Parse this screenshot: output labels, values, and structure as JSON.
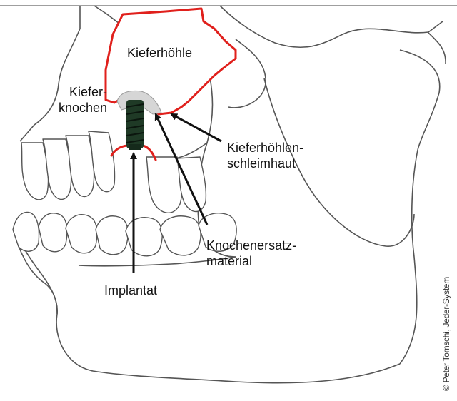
{
  "labels": {
    "kieferhoehle": "Kieferhöhle",
    "kieferknochen_line1": "Kiefer-",
    "kieferknochen_line2": "knochen",
    "schleimhaut_line1": "Kieferhöhlen-",
    "schleimhaut_line2": "schleimhaut",
    "ersatz_line1": "Knochenersatz-",
    "ersatz_line2": "material",
    "implantat": "Implantat"
  },
  "credit": "© Peter Tomschi, Jeder-System",
  "colors": {
    "outline": "#555555",
    "sinus_outline": "#e0201c",
    "implant": "#1f3a26",
    "graft": "#d6d6d6",
    "arrow": "#111111"
  }
}
